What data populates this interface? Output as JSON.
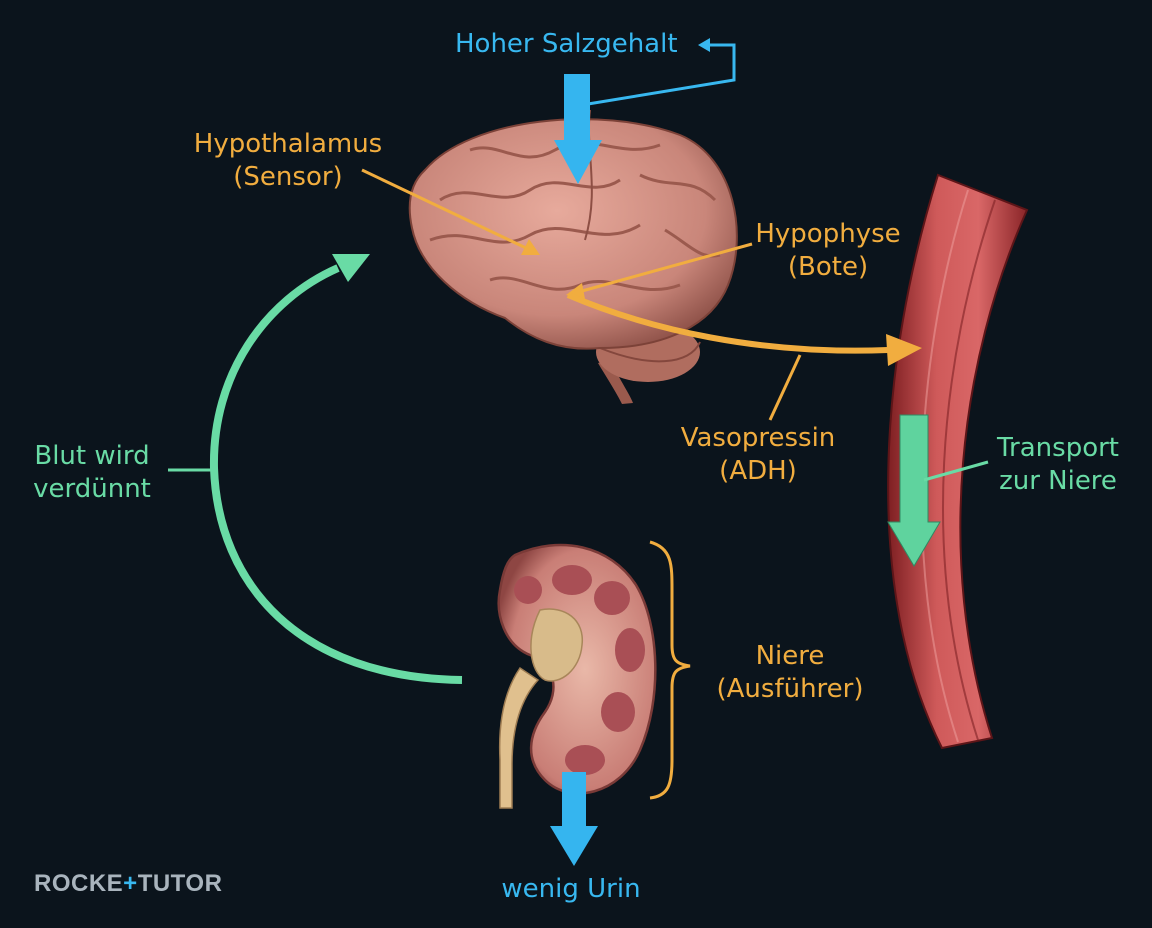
{
  "labels": {
    "salt": "Hoher Salzgehalt",
    "hypothalamus": "Hypothalamus",
    "hypothalamus_role": "(Sensor)",
    "hypophyse": "Hypophyse",
    "hypophyse_role": "(Bote)",
    "hormone": "Vasopressin",
    "hormone_abbr": "(ADH)",
    "transport_1": "Transport",
    "transport_2": "zur Niere",
    "blood_1": "Blut wird",
    "blood_2": "verdünnt",
    "kidney": "Niere",
    "kidney_role": "(Ausführer)",
    "urine": "wenig Urin"
  },
  "logo": {
    "left": "ROCKE",
    "mid": "+",
    "right": "TUTOR"
  },
  "colors": {
    "blue": "#38b8f0",
    "orange": "#f1ad3f",
    "green": "#69dba5",
    "background": "#0b141c"
  },
  "icons": [
    "brain-icon",
    "kidney-icon",
    "blood-vessel-icon"
  ]
}
